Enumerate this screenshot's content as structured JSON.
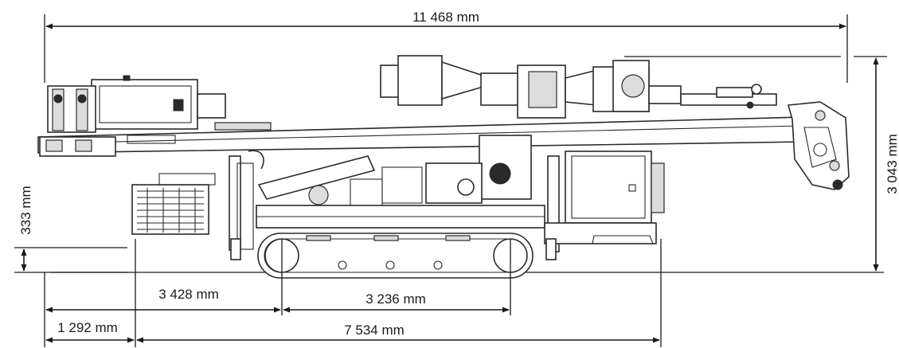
{
  "dimensions": {
    "overall_length": "11 468 mm",
    "height": "3 043 mm",
    "ground_clearance": "333 mm",
    "rear_to_track": "3 428 mm",
    "track_length": "3 236 mm",
    "rear_overhang": "1 292 mm",
    "base_length": "7 534 mm"
  }
}
